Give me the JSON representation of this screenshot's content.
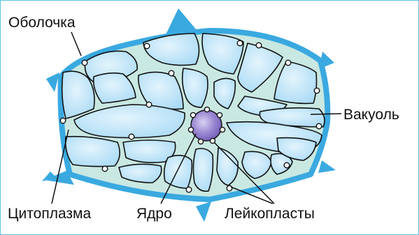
{
  "labels": {
    "membrane": "Оболочка",
    "vacuole": "Вакуоль",
    "cytoplasm": "Цитоплазма",
    "nucleus": "Ядро",
    "leucoplasts": "Лейкопласты"
  },
  "colors": {
    "frame": "#5bc4ea",
    "membrane": "#3aa9e0",
    "cytoplasm": "#c9e8e2",
    "vacuole": "#a9daf5",
    "vacuole_light": "#e3f4fd",
    "nucleus": "#8672c6",
    "outline": "#111111"
  }
}
